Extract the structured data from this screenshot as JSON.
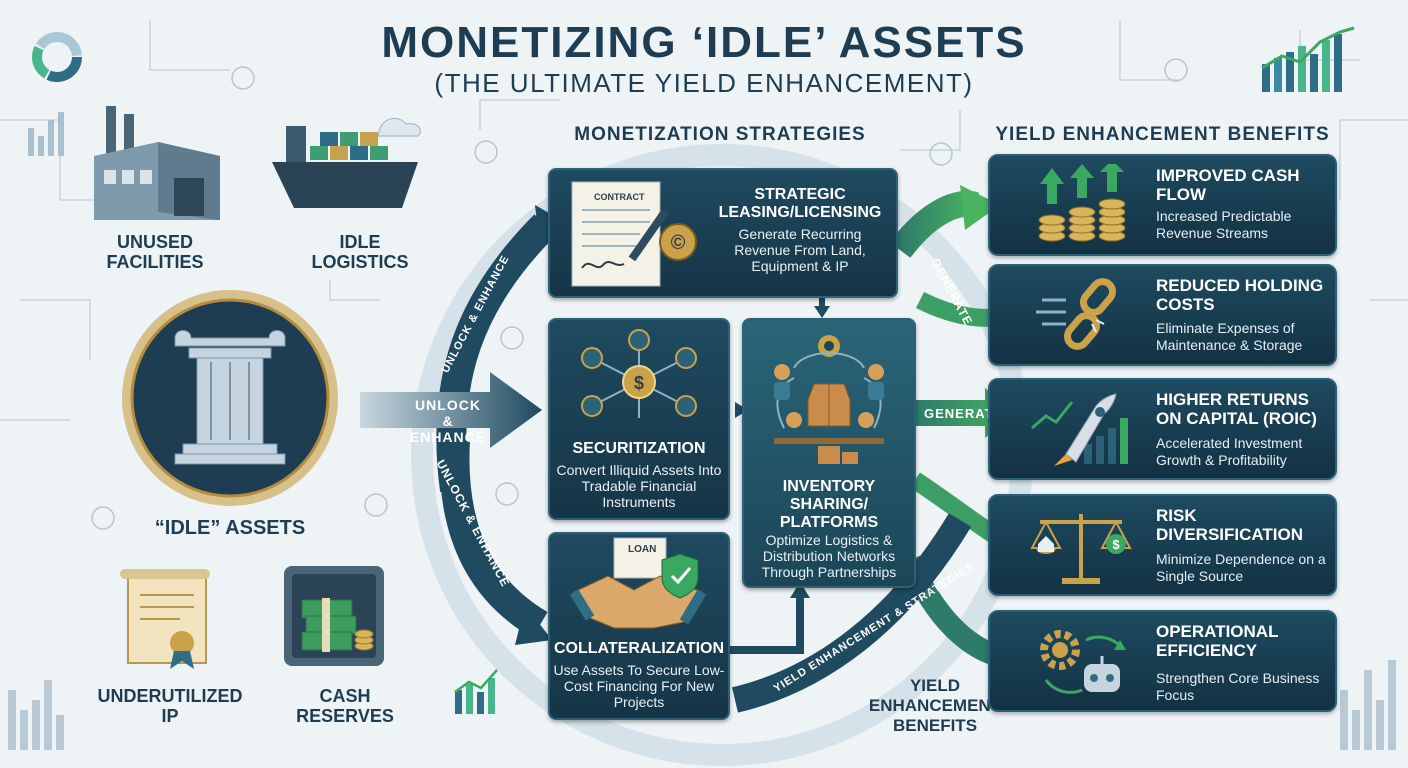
{
  "header": {
    "title": "MONETIZING ‘IDLE’ ASSETS",
    "subtitle": "(THE ULTIMATE YIELD ENHANCEMENT)"
  },
  "assets": {
    "center_label": "“IDLE” ASSETS",
    "items": [
      {
        "label": "UNUSED FACILITIES"
      },
      {
        "label": "IDLE LOGISTICS"
      },
      {
        "label": "UNDERUTILIZED IP"
      },
      {
        "label": "CASH RESERVES"
      }
    ]
  },
  "strategies": {
    "heading": "MONETIZATION STRATEGIES",
    "leasing": {
      "title": "STRATEGIC LEASING/LICENSING",
      "desc": "Generate Recurring Revenue From Land, Equipment & IP",
      "doc_label": "CONTRACT"
    },
    "securitization": {
      "title": "SECURITIZATION",
      "desc": "Convert Illiquid Assets Into Tradable Financial Instruments"
    },
    "inventory": {
      "title": "INVENTORY SHARING/ PLATFORMS",
      "desc": "Optimize Logistics & Distribution Networks Through Partnerships"
    },
    "collateral": {
      "title": "COLLATERALIZATION",
      "desc": "Use Assets To Secure Low-Cost Financing For New Projects",
      "doc_label": "LOAN"
    }
  },
  "arrows": {
    "unlock_main": "UNLOCK & ENHANCE",
    "unlock_upper": "UNLOCK & ENHANCE",
    "unlock_lower": "UNLOCK & ENHANCE",
    "generate_upper": "GENERATE",
    "generate_mid": "GENERATE",
    "yield_curve": "YIELD ENHANCEMENT & STRATEGIES"
  },
  "yield_label": "YIELD ENHANCEMENT BENEFITS",
  "benefits": {
    "heading": "YIELD ENHANCEMENT BENEFITS",
    "items": [
      {
        "title": "IMPROVED CASH FLOW",
        "desc": "Increased Predictable Revenue Streams",
        "icon": "coins-growth-icon"
      },
      {
        "title": "REDUCED HOLDING COSTS",
        "desc": "Eliminate Expenses of Maintenance & Storage",
        "icon": "broken-chain-icon"
      },
      {
        "title": "HIGHER RETURNS ON CAPITAL (ROIC)",
        "desc": "Accelerated Investment Growth & Profitability",
        "icon": "rocket-icon"
      },
      {
        "title": "RISK DIVERSIFICATION",
        "desc": "Minimize Dependence on a Single Source",
        "icon": "balance-scale-icon"
      },
      {
        "title": "OPERATIONAL EFFICIENCY",
        "desc": "Strengthen Core Business Focus",
        "icon": "gear-robot-icon"
      }
    ]
  },
  "colors": {
    "navy": "#1f4a5f",
    "green": "#3aa860",
    "gold": "#c9a24a",
    "bg": "#eef3f6"
  }
}
